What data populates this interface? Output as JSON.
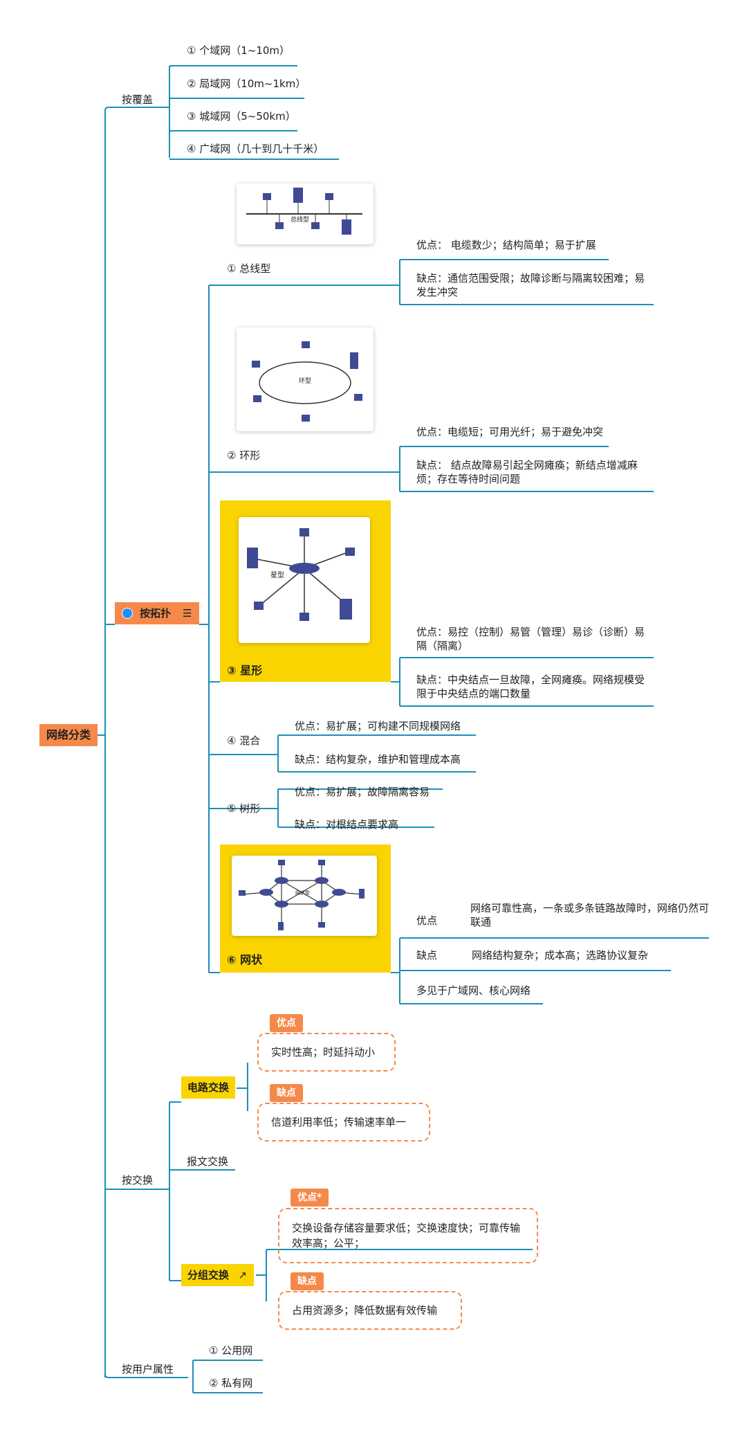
{
  "root": "网络分类",
  "coverage": {
    "label": "按覆盖",
    "items": [
      "① 个域网（1~10m）",
      "② 局域网（10m~1km）",
      "③ 城域网（5~50km）",
      "④ 广域网（几十到几十千米）"
    ]
  },
  "topology": {
    "label": "按拓扑",
    "bus": {
      "label": "① 总线型",
      "image_caption": "总线型",
      "pro": "优点：  电缆数少；结构简单；易于扩展",
      "con": "缺点：通信范围受限；故障诊断与隔离较困难；易发生冲突"
    },
    "ring": {
      "label": "② 环形",
      "image_caption": "环型",
      "pro": "优点：电缆短；可用光纤；易于避免冲突",
      "con": "缺点：  结点故障易引起全网瘫痪；新结点增减麻烦；存在等待时间问题"
    },
    "star": {
      "label": "③ 星形",
      "image_caption": "星型",
      "pro": "优点：易控（控制）易管（管理）易诊（诊断）易隔（隔离）",
      "con": "缺点：中央结点一旦故障，全网瘫痪。网络规模受限于中央结点的端口数量"
    },
    "hybrid": {
      "label": "④ 混合",
      "pro": "优点：易扩展；可构建不同规模网络",
      "con": "缺点：结构复杂，维护和管理成本高"
    },
    "tree": {
      "label": "⑤ 树形",
      "pro": "优点：易扩展；故障隔离容易",
      "con": "缺点：对根结点要求高"
    },
    "mesh": {
      "label": "⑥ 网状",
      "image_caption": "网状型",
      "pro_label": "优点",
      "pro": "网络可靠性高，一条或多条链路故障时，网络仍然可联通",
      "con_label": "缺点",
      "con": "网络结构复杂；成本高；选路协议复杂",
      "note": "多见于广域网、核心网络"
    }
  },
  "switching": {
    "label": "按交换",
    "circuit": {
      "label": "电路交换",
      "pro_tag": "优点",
      "pro": "实时性高；时延抖动小",
      "con_tag": "缺点",
      "con": "信道利用率低；传输速率单一"
    },
    "message": {
      "label": "报文交换"
    },
    "packet": {
      "label": "分组交换",
      "pro_tag": "优点*",
      "pro": "交换设备存储容量要求低；交换速度快；可靠传输效率高；公平；",
      "con_tag": "缺点",
      "con": "占用资源多；降低数据有效传输"
    }
  },
  "user": {
    "label": "按用户属性",
    "items": [
      "① 公用网",
      "② 私有网"
    ]
  },
  "colors": {
    "line": "#1b8fb5",
    "orange": "#f5894a",
    "yellow": "#fad400",
    "device": "#3f4a94"
  }
}
